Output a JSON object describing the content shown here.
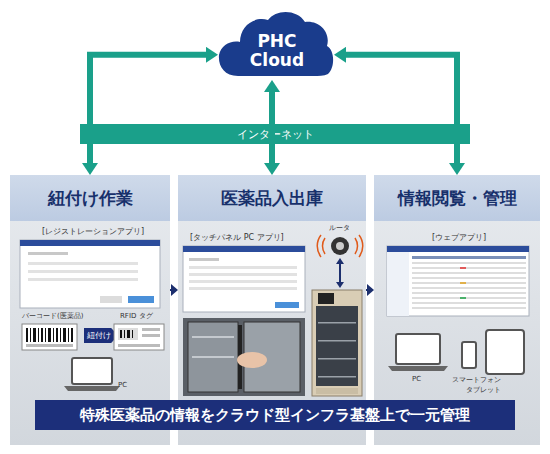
{
  "diagram": {
    "nodes": [
      {
        "text": [
          "PHC Cloud"
        ]
      },
      {
        "text": [
          "インターネット"
        ]
      },
      {
        "text": [
          "紐付け作業"
        ]
      },
      {
        "text": [
          "紐付け"
        ],
        "in": 2
      },
      {
        "text": [
          "医薬品入出庫"
        ]
      },
      {
        "text": [
          "情報閲覧・管理"
        ]
      },
      {
        "text": [
          "特殊医薬品の情報をクラウド型インフラ基盤上で一元管理"
        ]
      }
    ],
    "edges": [
      {
        "from": 0,
        "to": 2,
        "arrow": "both"
      },
      {
        "from": 0,
        "to": 4,
        "arrow": "both"
      },
      {
        "from": 0,
        "to": 5,
        "arrow": "both"
      },
      {
        "from": 2,
        "to": 4,
        "arrow": "to"
      },
      {
        "from": 4,
        "to": 5,
        "arrow": "to"
      }
    ],
    "labels": [
      "[レジストレーションアプリ]",
      "バーコード(医薬品)",
      "RFID タグ",
      "PC",
      "[タッチパネル PC アプリ]",
      "ルータ",
      "[ウェブアプリ]",
      "PC",
      "スマートフォン",
      "タブレット"
    ]
  }
}
